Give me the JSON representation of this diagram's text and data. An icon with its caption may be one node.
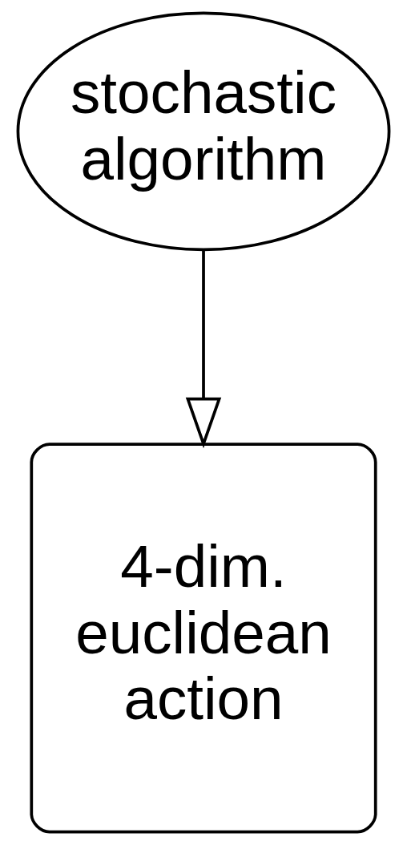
{
  "diagram": {
    "nodes": [
      {
        "text": [
          "stochastic algorithm"
        ]
      },
      {
        "text": [
          "4-dim. euclidean action"
        ]
      }
    ],
    "edges": [
      {
        "from": 0,
        "to": 1,
        "arrow": "to"
      }
    ]
  }
}
